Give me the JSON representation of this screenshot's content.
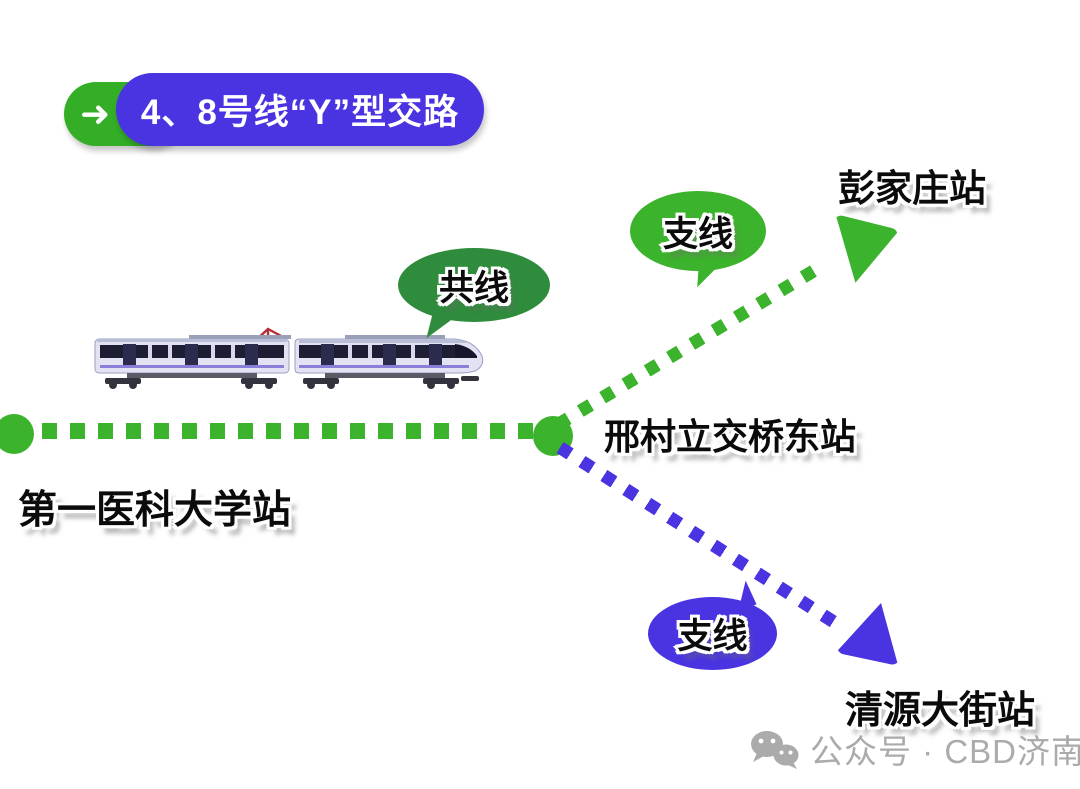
{
  "title": {
    "badge_label": "4、8号线“Y”型交路",
    "arrow_glyph": "➜"
  },
  "diagram": {
    "callouts": {
      "shared": "共线",
      "branch_top": "支线",
      "branch_bottom": "支线"
    },
    "stations": {
      "left_terminus": "第一医科大学站",
      "junction": "邢村立交桥东站",
      "top_terminus": "彭家庄站",
      "bottom_terminus": "清源大街站"
    },
    "colors": {
      "line_green": "#3cb32c",
      "shared_bubble_green": "#2e8c3c",
      "line_blue": "#4a34e2",
      "banner_blue": "#4a33e0",
      "badge_green": "#35ae27"
    }
  },
  "watermark": {
    "label": "公众号 · CBD济南"
  }
}
